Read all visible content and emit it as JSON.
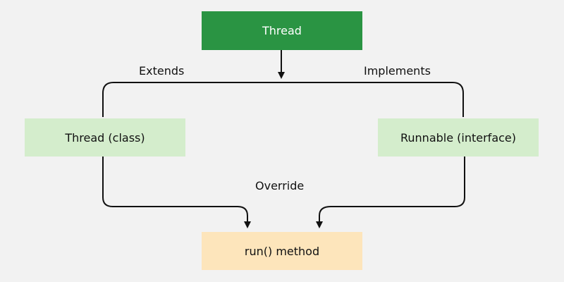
{
  "diagram": {
    "nodes": {
      "root": {
        "label": "Thread"
      },
      "left": {
        "label": "Thread (class)"
      },
      "right": {
        "label": "Runnable (interface)"
      },
      "bottom": {
        "label": "run() method"
      }
    },
    "edges": {
      "extends": {
        "label": "Extends"
      },
      "implements": {
        "label": "Implements"
      },
      "override": {
        "label": "Override"
      }
    },
    "colors": {
      "background": "#f2f2f2",
      "root_fill": "#2a9443",
      "root_text": "#ffffff",
      "middle_fill": "#d4edcc",
      "bottom_fill": "#fde5bb",
      "line": "#111111"
    }
  }
}
